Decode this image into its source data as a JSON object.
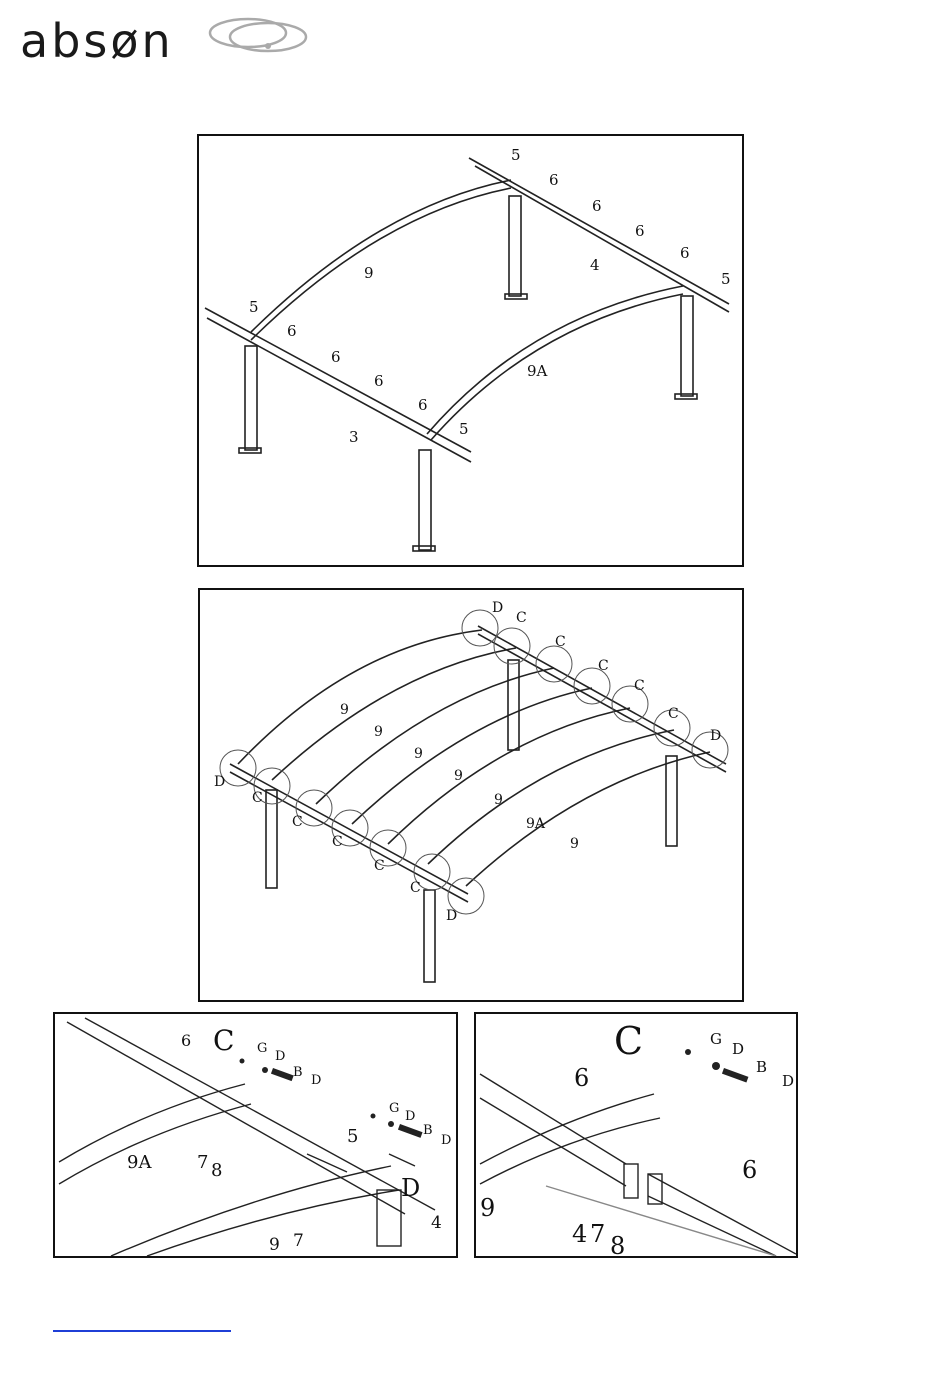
{
  "brand": {
    "name": "absøn"
  },
  "panel1": {
    "labels": [
      "5",
      "6",
      "6",
      "6",
      "6",
      "5",
      "4",
      "9",
      "5",
      "6",
      "6",
      "6",
      "6",
      "5",
      "3",
      "9A"
    ]
  },
  "panel2": {
    "labels": [
      "D",
      "C",
      "C",
      "C",
      "C",
      "C",
      "D",
      "D",
      "C",
      "C",
      "C",
      "C",
      "C",
      "D",
      "9",
      "9",
      "9",
      "9",
      "9",
      "9A",
      "9"
    ]
  },
  "detail_left": {
    "labels": [
      "6",
      "C",
      "G",
      "D",
      "B",
      "D",
      "G",
      "D",
      "B",
      "D",
      "5",
      "9A",
      "7",
      "8",
      "D",
      "9",
      "7",
      "4"
    ]
  },
  "detail_right": {
    "labels": [
      "C",
      "G",
      "D",
      "B",
      "D",
      "6",
      "6",
      "9",
      "4",
      "7",
      "8"
    ]
  },
  "footer": {
    "link_text": ""
  }
}
